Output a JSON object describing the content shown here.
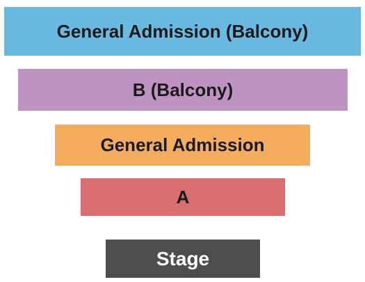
{
  "seating_map": {
    "sections": [
      {
        "label": "General Admission (Balcony)",
        "color": "#6ab9e1"
      },
      {
        "label": "B (Balcony)",
        "color": "#be93c2"
      },
      {
        "label": "General Admission",
        "color": "#f4ad5e"
      },
      {
        "label": "A",
        "color": "#d86e6f"
      }
    ],
    "stage": {
      "label": "Stage",
      "color": "#4d4d4d"
    }
  }
}
